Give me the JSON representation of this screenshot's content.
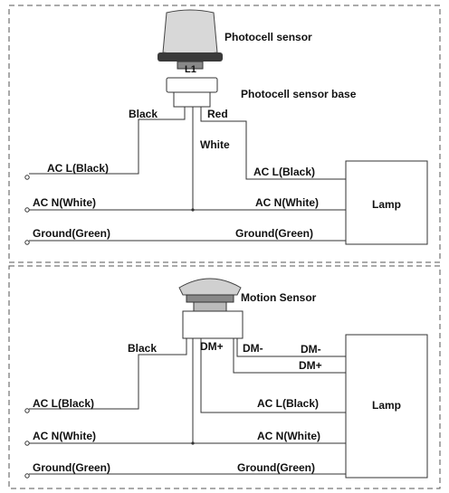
{
  "top": {
    "sensor_label": "Photocell sensor",
    "base_label": "Photocell sensor base",
    "wire_black": "Black",
    "wire_red": "Red",
    "wire_white": "White",
    "left_acl": "AC L(Black)",
    "left_acn": "AC N(White)",
    "left_ground": "Ground(Green)",
    "right_acl": "AC L(Black)",
    "right_acn": "AC N(White)",
    "right_ground": "Ground(Green)",
    "lamp": "Lamp"
  },
  "bottom": {
    "sensor_label": "Motion Sensor",
    "wire_black": "Black",
    "wire_dmplus": "DM+",
    "wire_dmminus": "DM-",
    "lamp_dmminus": "DM-",
    "lamp_dmplus": "DM+",
    "left_acl": "AC L(Black)",
    "left_acn": "AC N(White)",
    "left_ground": "Ground(Green)",
    "right_acl": "AC L(Black)",
    "right_acn": "AC N(White)",
    "right_ground": "Ground(Green)",
    "lamp": "Lamp"
  }
}
